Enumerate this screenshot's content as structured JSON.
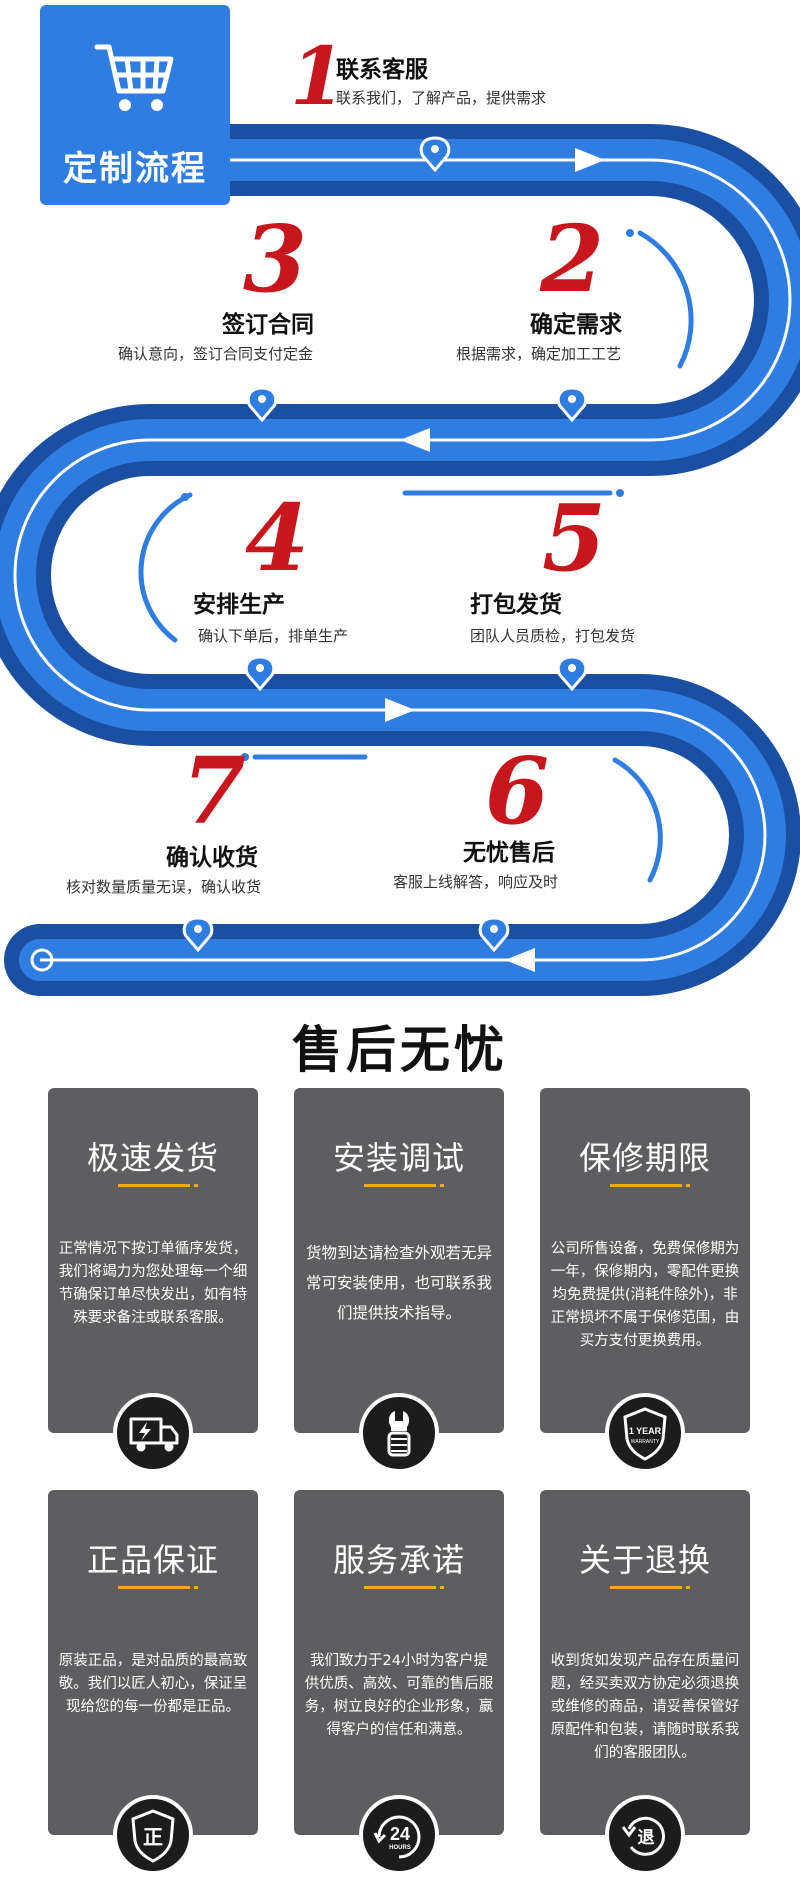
{
  "header": {
    "title": "定制流程"
  },
  "steps": [
    {
      "num": "1",
      "title": "联系客服",
      "desc": "联系我们，了解产品，提供需求"
    },
    {
      "num": "2",
      "title": "确定需求",
      "desc": "根据需求，确定加工工艺"
    },
    {
      "num": "3",
      "title": "签订合同",
      "desc": "确认意向，签订合同支付定金"
    },
    {
      "num": "4",
      "title": "安排生产",
      "desc": "确认下单后，排单生产"
    },
    {
      "num": "5",
      "title": "打包发货",
      "desc": "团队人员质检，打包发货"
    },
    {
      "num": "6",
      "title": "无忧售后",
      "desc": "客服上线解答，响应及时"
    },
    {
      "num": "7",
      "title": "确认收货",
      "desc": "核对数量质量无误，确认收货"
    }
  ],
  "after_sales": {
    "title": "售后无忧",
    "cards": [
      {
        "title": "极速发货",
        "text": "正常情况下按订单循序发货，我们将竭力为您处理每一个细节确保订单尽快发出，如有特殊要求备注或联系客服。",
        "icon": "delivery-truck-icon"
      },
      {
        "title": "安装调试",
        "text": "货物到达请检查外观若无异常可安装使用，也可联系我们提供技术指导。",
        "icon": "wrench-hand-icon"
      },
      {
        "title": "保修期限",
        "text": "公司所售设备，免费保修期为一年，保修期内，零配件更换均免费提供(消耗件除外)，非正常损坏不属于保修范围，由买方支付更换费用。",
        "icon": "warranty-shield-icon",
        "badge_text": "1 YEAR",
        "badge_sub": "WARRANTY"
      },
      {
        "title": "正品保证",
        "text": "原装正品，是对品质的最高致敬。我们以匠人初心，保证呈现给您的每一份都是正品。",
        "icon": "genuine-shield-icon",
        "badge_text": "正"
      },
      {
        "title": "服务承诺",
        "text": "我们致力于24小时为客户提供优质、高效、可靠的售后服务，树立良好的企业形象，赢得客户的信任和满意。",
        "icon": "24-hours-icon",
        "badge_text": "24",
        "badge_sub": "HOURS"
      },
      {
        "title": "关于退换",
        "text": "收到货如发现产品存在质量问题，经买卖双方协定必须退换或维修的商品，请妥善保管好原配件和包装，请随时联系我们的客服团队。",
        "icon": "return-icon",
        "badge_text": "退"
      }
    ]
  },
  "colors": {
    "track_dark": "#1b4fa1",
    "track_light": "#2f7de1",
    "number_red": "#c8161d",
    "card_bg": "#5e5e60",
    "accent_line": "#f4a81c"
  }
}
